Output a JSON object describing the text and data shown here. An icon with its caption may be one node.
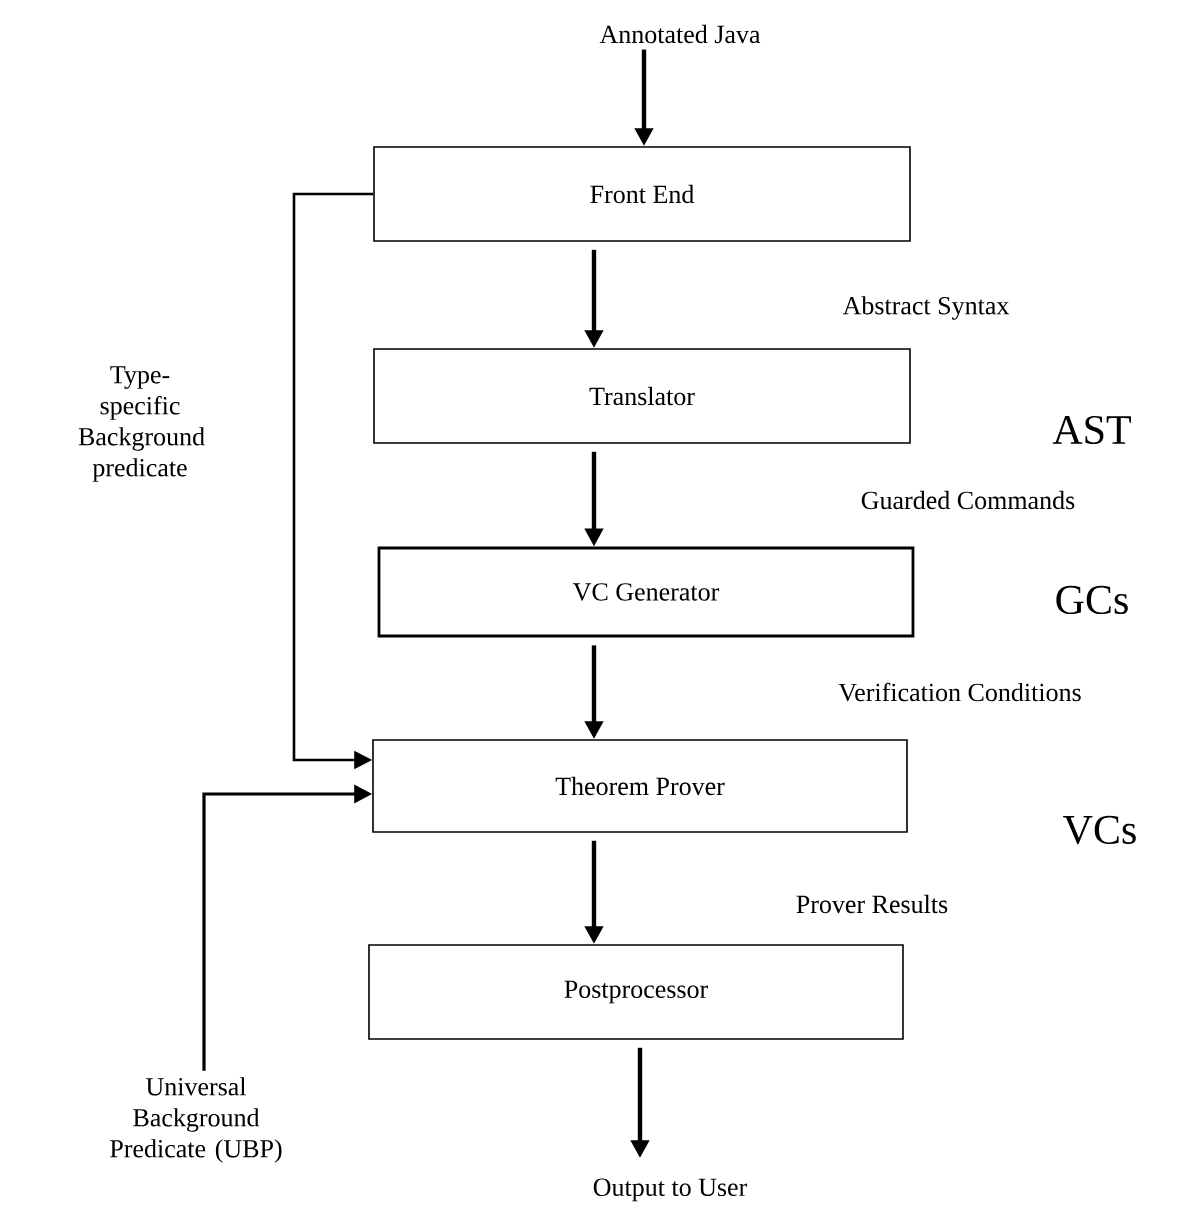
{
  "diagram": {
    "nodes": [
      {
        "text": [
          "Annotated Java"
        ]
      },
      {
        "text": [
          "Front End"
        ]
      },
      {
        "text": [
          "Translator"
        ]
      },
      {
        "text": [
          "VC Generator"
        ]
      },
      {
        "text": [
          "Theorem Prover"
        ]
      },
      {
        "text": [
          "Postprocessor"
        ]
      },
      {
        "text": [
          "Output to User"
        ]
      },
      {
        "text": [
          "Universal Background Predicate (UBP)"
        ]
      }
    ],
    "edges": [
      {
        "from": 0,
        "to": 1,
        "arrow": "to"
      },
      {
        "from": 1,
        "to": 2,
        "arrow": "to"
      },
      {
        "from": 2,
        "to": 3,
        "arrow": "to"
      },
      {
        "from": 3,
        "to": 4,
        "arrow": "to"
      },
      {
        "from": 4,
        "to": 5,
        "arrow": "to"
      },
      {
        "from": 5,
        "to": 6,
        "arrow": "to"
      },
      {
        "from": 1,
        "to": 4,
        "arrow": "to",
        "label": "Type-specific Background predicate"
      },
      {
        "from": 7,
        "to": 4,
        "arrow": "to"
      }
    ],
    "labels": [
      "Abstract Syntax",
      "AST",
      "Guarded Commands",
      "GCs",
      "Verification Conditions",
      "VCs",
      "Prover Results"
    ]
  }
}
